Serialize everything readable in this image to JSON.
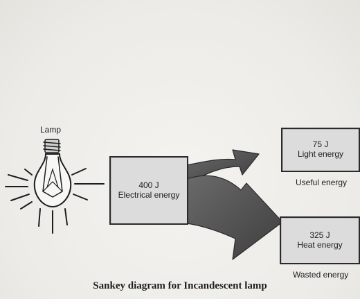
{
  "lamp": {
    "label": "Lamp",
    "icon": "light-bulb-icon"
  },
  "input": {
    "value": "400 J",
    "name": "Electrical energy"
  },
  "outputs": {
    "light": {
      "value": "75 J",
      "name": "Light energy",
      "category": "Useful energy"
    },
    "heat": {
      "value": "325 J",
      "name": "Heat energy",
      "category": "Wasted energy"
    }
  },
  "caption": "Sankey diagram for Incandescent lamp",
  "colors": {
    "box_fill": "#dcdcdc",
    "arrow_fill": "#4a4a4a",
    "ink": "#1d1d1d"
  }
}
